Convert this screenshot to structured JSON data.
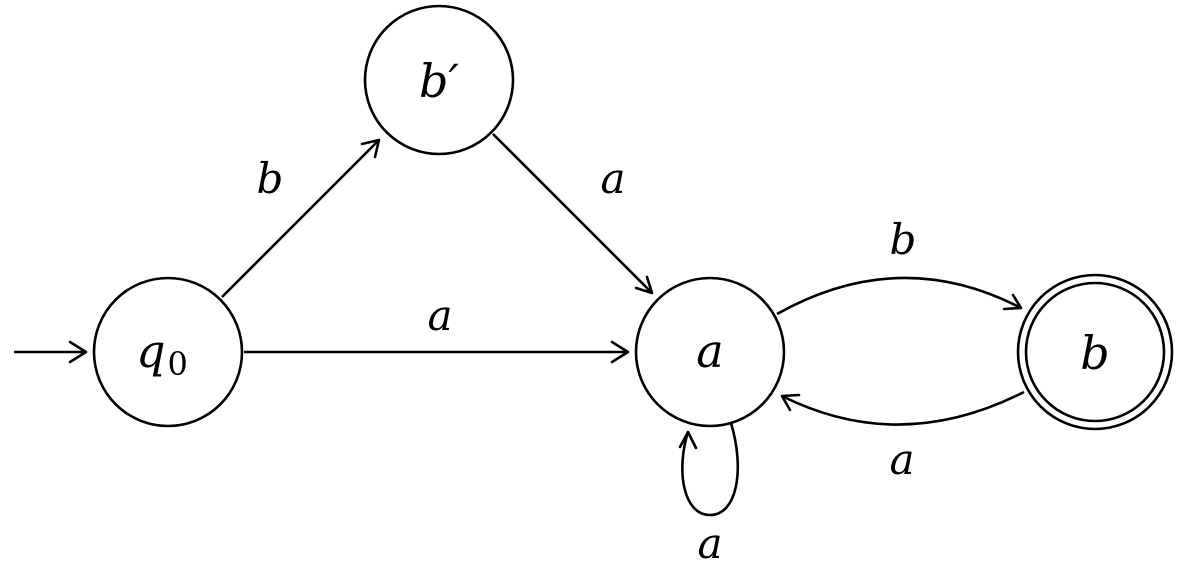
{
  "states": {
    "q0": {
      "label": "q",
      "subscript": "0",
      "accepting": false,
      "initial": true
    },
    "bprime": {
      "label": "b′",
      "accepting": false,
      "initial": false
    },
    "a": {
      "label": "a",
      "accepting": false,
      "initial": false
    },
    "b": {
      "label": "b",
      "accepting": true,
      "initial": false
    }
  },
  "transitions": [
    {
      "from": "q0",
      "to": "bprime",
      "symbol": "b"
    },
    {
      "from": "bprime",
      "to": "a",
      "symbol": "a"
    },
    {
      "from": "q0",
      "to": "a",
      "symbol": "a"
    },
    {
      "from": "a",
      "to": "b",
      "symbol": "b"
    },
    {
      "from": "b",
      "to": "a",
      "symbol": "a"
    },
    {
      "from": "a",
      "to": "a",
      "symbol": "a"
    }
  ],
  "colors": {
    "stroke": "#000000",
    "background": "#ffffff"
  }
}
